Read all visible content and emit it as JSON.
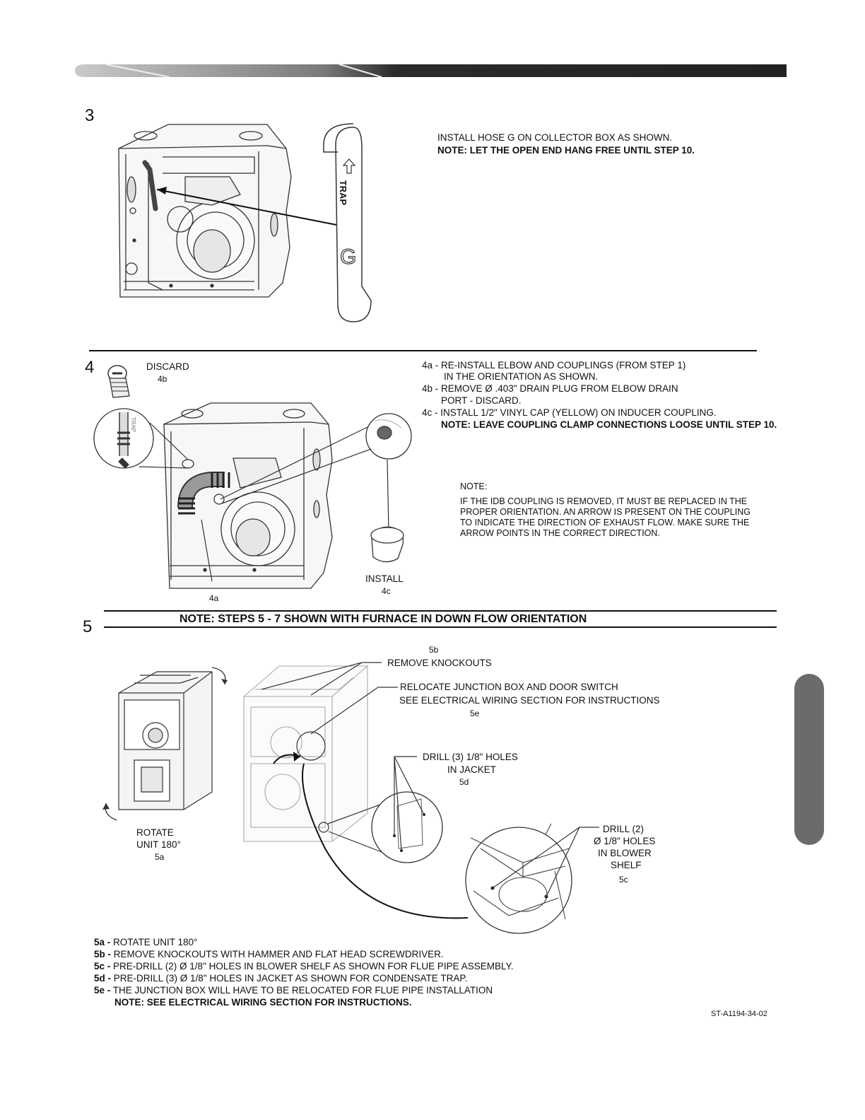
{
  "steps": {
    "s3": "3",
    "s4": "4",
    "s5": "5"
  },
  "step3": {
    "line1": "INSTALL HOSE G ON COLLECTOR BOX AS SHOWN.",
    "line2": "NOTE: LET THE OPEN END HANG FREE UNTIL STEP 10.",
    "hose_label": "TRAP",
    "hose_letter": "G"
  },
  "step4": {
    "discard": "DISCARD",
    "ref_4b": "4b",
    "ref_4a": "4a",
    "install": "INSTALL",
    "ref_4c": "4c",
    "trap_small": "TRAP",
    "instr": [
      "4a - RE-INSTALL ELBOW AND COUPLINGS (FROM STEP 1)",
      "IN THE ORIENTATION AS SHOWN.",
      "4b - REMOVE Ø .403\" DRAIN PLUG FROM ELBOW DRAIN",
      "PORT - DISCARD.",
      "4c - INSTALL 1/2\" VINYL CAP (YELLOW) ON INDUCER COUPLING.",
      "NOTE: LEAVE COUPLING CLAMP CONNECTIONS LOOSE UNTIL STEP 10."
    ],
    "note_title": "NOTE:",
    "note_lines": [
      "IF THE IDB COUPLING IS REMOVED, IT MUST BE REPLACED IN THE",
      "PROPER ORIENTATION. AN ARROW IS PRESENT ON THE COUPLING",
      "TO INDICATE THE DIRECTION OF EXHAUST FLOW. MAKE SURE THE",
      "ARROW POINTS IN THE CORRECT DIRECTION."
    ]
  },
  "step5": {
    "header_note": "NOTE: STEPS 5 - 7 SHOWN WITH FURNACE IN DOWN FLOW ORIENTATION",
    "c5b_ref": "5b",
    "c5b_text": "REMOVE KNOCKOUTS",
    "c5e_text1": "RELOCATE JUNCTION BOX AND DOOR SWITCH",
    "c5e_text2": "SEE ELECTRICAL WIRING SECTION FOR INSTRUCTIONS",
    "c5e_ref": "5e",
    "c5d_text1": "DRILL (3) 1/8\" HOLES",
    "c5d_text2": "IN JACKET",
    "c5d_ref": "5d",
    "c5c_text1": "DRILL (2)",
    "c5c_text2": "Ø 1/8\" HOLES",
    "c5c_text3": "IN BLOWER",
    "c5c_text4": "SHELF",
    "c5c_ref": "5c",
    "rotate1": "ROTATE",
    "rotate2": "UNIT 180°",
    "rotate_ref": "5a",
    "list": [
      {
        "k": "5a -",
        "v": "ROTATE UNIT 180°"
      },
      {
        "k": "5b -",
        "v": "REMOVE KNOCKOUTS WITH HAMMER AND FLAT HEAD SCREWDRIVER."
      },
      {
        "k": "5c -",
        "v": "PRE-DRILL (2) Ø 1/8\" HOLES IN BLOWER SHELF AS SHOWN FOR FLUE PIPE ASSEMBLY."
      },
      {
        "k": "5d -",
        "v": "PRE-DRILL (3) Ø 1/8\" HOLES IN JACKET AS SHOWN FOR CONDENSATE TRAP."
      },
      {
        "k": "5e -",
        "v": "THE JUNCTION BOX WILL HAVE TO BE RELOCATED FOR FLUE PIPE INSTALLATION"
      }
    ],
    "list_note": "NOTE: SEE ELECTRICAL WIRING SECTION FOR INSTRUCTIONS."
  },
  "doc_id": "ST-A1194-34-02"
}
